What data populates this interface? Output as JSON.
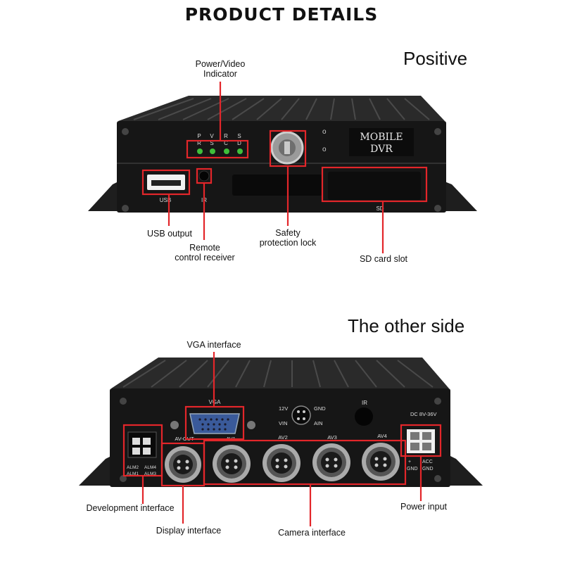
{
  "page": {
    "title": "PRODUCT DETAILS"
  },
  "front": {
    "heading": "Positive",
    "device_text": {
      "line1": "MOBILE",
      "line2": "DVR"
    },
    "panel_marks": {
      "led_top": [
        "P",
        "V",
        "R",
        "S"
      ],
      "led_bottom": [
        "R",
        "S",
        "C",
        "D"
      ],
      "usb": "USB",
      "ir": "IR",
      "sd": "SD"
    },
    "callouts": {
      "power_video_line1": "Power/Video",
      "power_video_line2": "Indicator",
      "usb_output": "USB output",
      "remote_line1": "Remote",
      "remote_line2": "control receiver",
      "lock_line1": "Safety",
      "lock_line2": "protection lock",
      "sd_slot": "SD card slot"
    }
  },
  "back": {
    "heading": "The other side",
    "panel_marks": {
      "vga": "VGA",
      "av_out": "AV-OUT",
      "av1": "AV1",
      "av2": "AV2",
      "av3": "AV3",
      "av4": "AV4",
      "v12": "12V",
      "gnd": "GND",
      "vin": "VIN",
      "ain": "AIN",
      "ir": "IR",
      "dc": "DC 8V-36V",
      "plus": "+",
      "gnd2": "GND",
      "acc": "ACC",
      "gnd3": "GND",
      "alm2": "ALM2",
      "alm4": "ALM4",
      "alm1": "ALM1",
      "alm3": "ALM3"
    },
    "callouts": {
      "vga_interface": "VGA interface",
      "development_interface": "Development interface",
      "display_interface": "Display interface",
      "camera_interface": "Camera interface",
      "power_input": "Power input"
    }
  },
  "colors": {
    "callout_red": "#e3262a",
    "device_black": "#1b1b1b",
    "led_green": "#3fbf3a"
  }
}
